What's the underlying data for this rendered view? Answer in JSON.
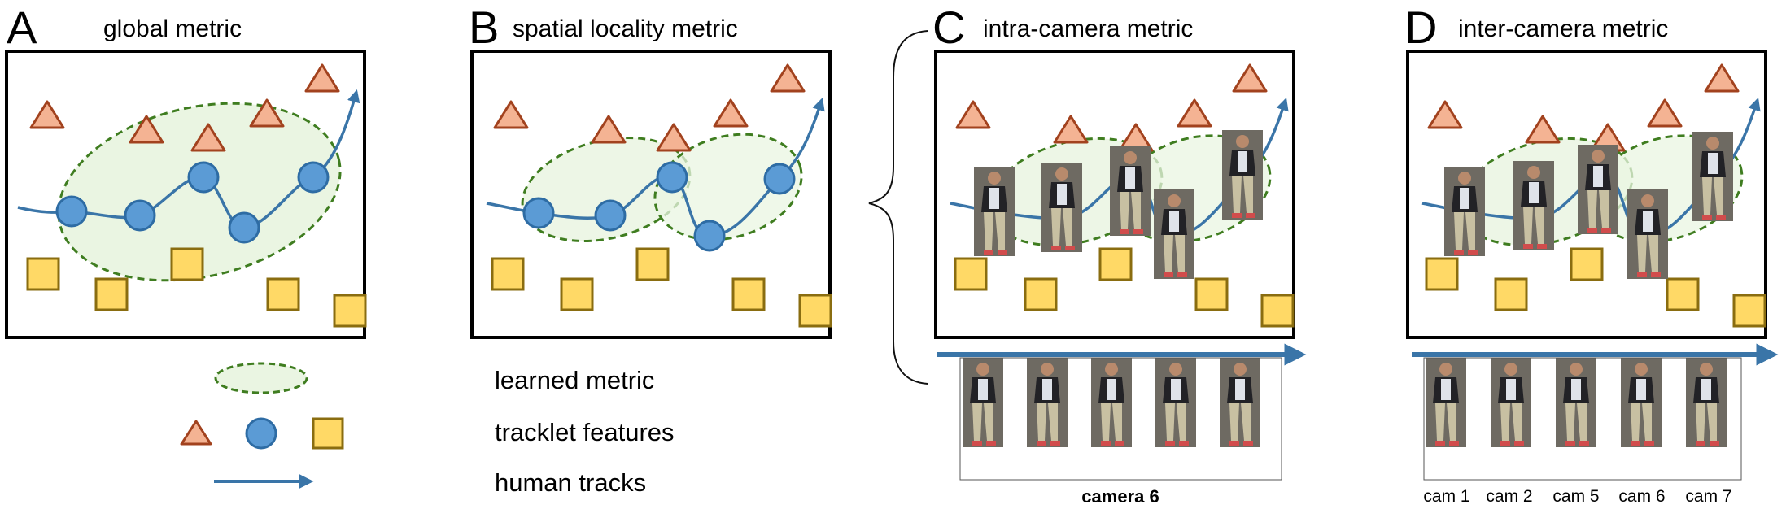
{
  "panels": [
    {
      "letter": "A",
      "title": "global metric"
    },
    {
      "letter": "B",
      "title": "spatial locality metric"
    },
    {
      "letter": "C",
      "title": "intra-camera metric"
    },
    {
      "letter": "D",
      "title": "inter-camera metric"
    }
  ],
  "legend": {
    "metric_label": "learned metric",
    "features_label": "tracklet features",
    "tracks_label": "human tracks"
  },
  "camera_caption": "camera 6",
  "inter_camera_labels": [
    "cam 1",
    "cam 2",
    "cam 5",
    "cam 6",
    "cam 7"
  ],
  "colors": {
    "triangle_fill": "#f4b393",
    "triangle_stroke": "#a2421e",
    "square_fill": "#ffd966",
    "square_stroke": "#8a6d10",
    "circle_fill": "#5b9bd5",
    "circle_stroke": "#2e6ca4",
    "track": "#3a75a8",
    "ellipse_fill": "#eaf5e2",
    "ellipse_stroke": "#3f7d20"
  }
}
